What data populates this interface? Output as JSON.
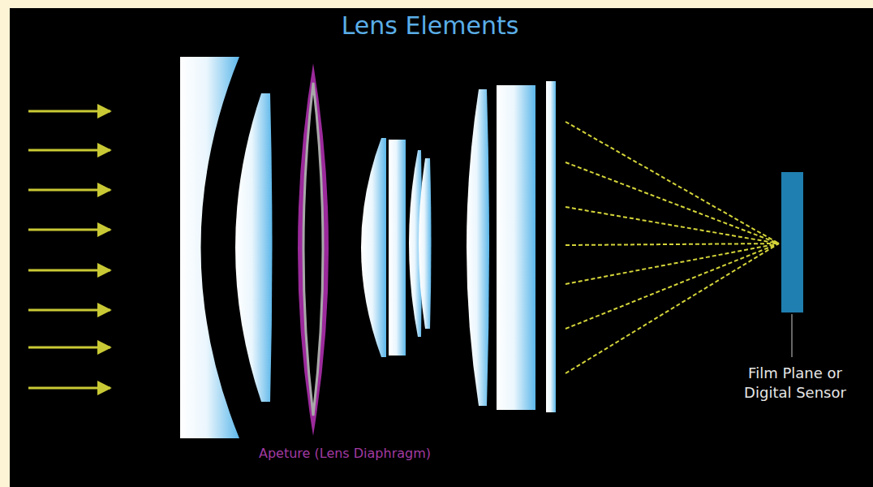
{
  "diagram": {
    "title": "Lens Elements",
    "labels": [
      "Apeture (Lens Diaphragm)",
      "Film Plane or Digital Sensor"
    ]
  }
}
